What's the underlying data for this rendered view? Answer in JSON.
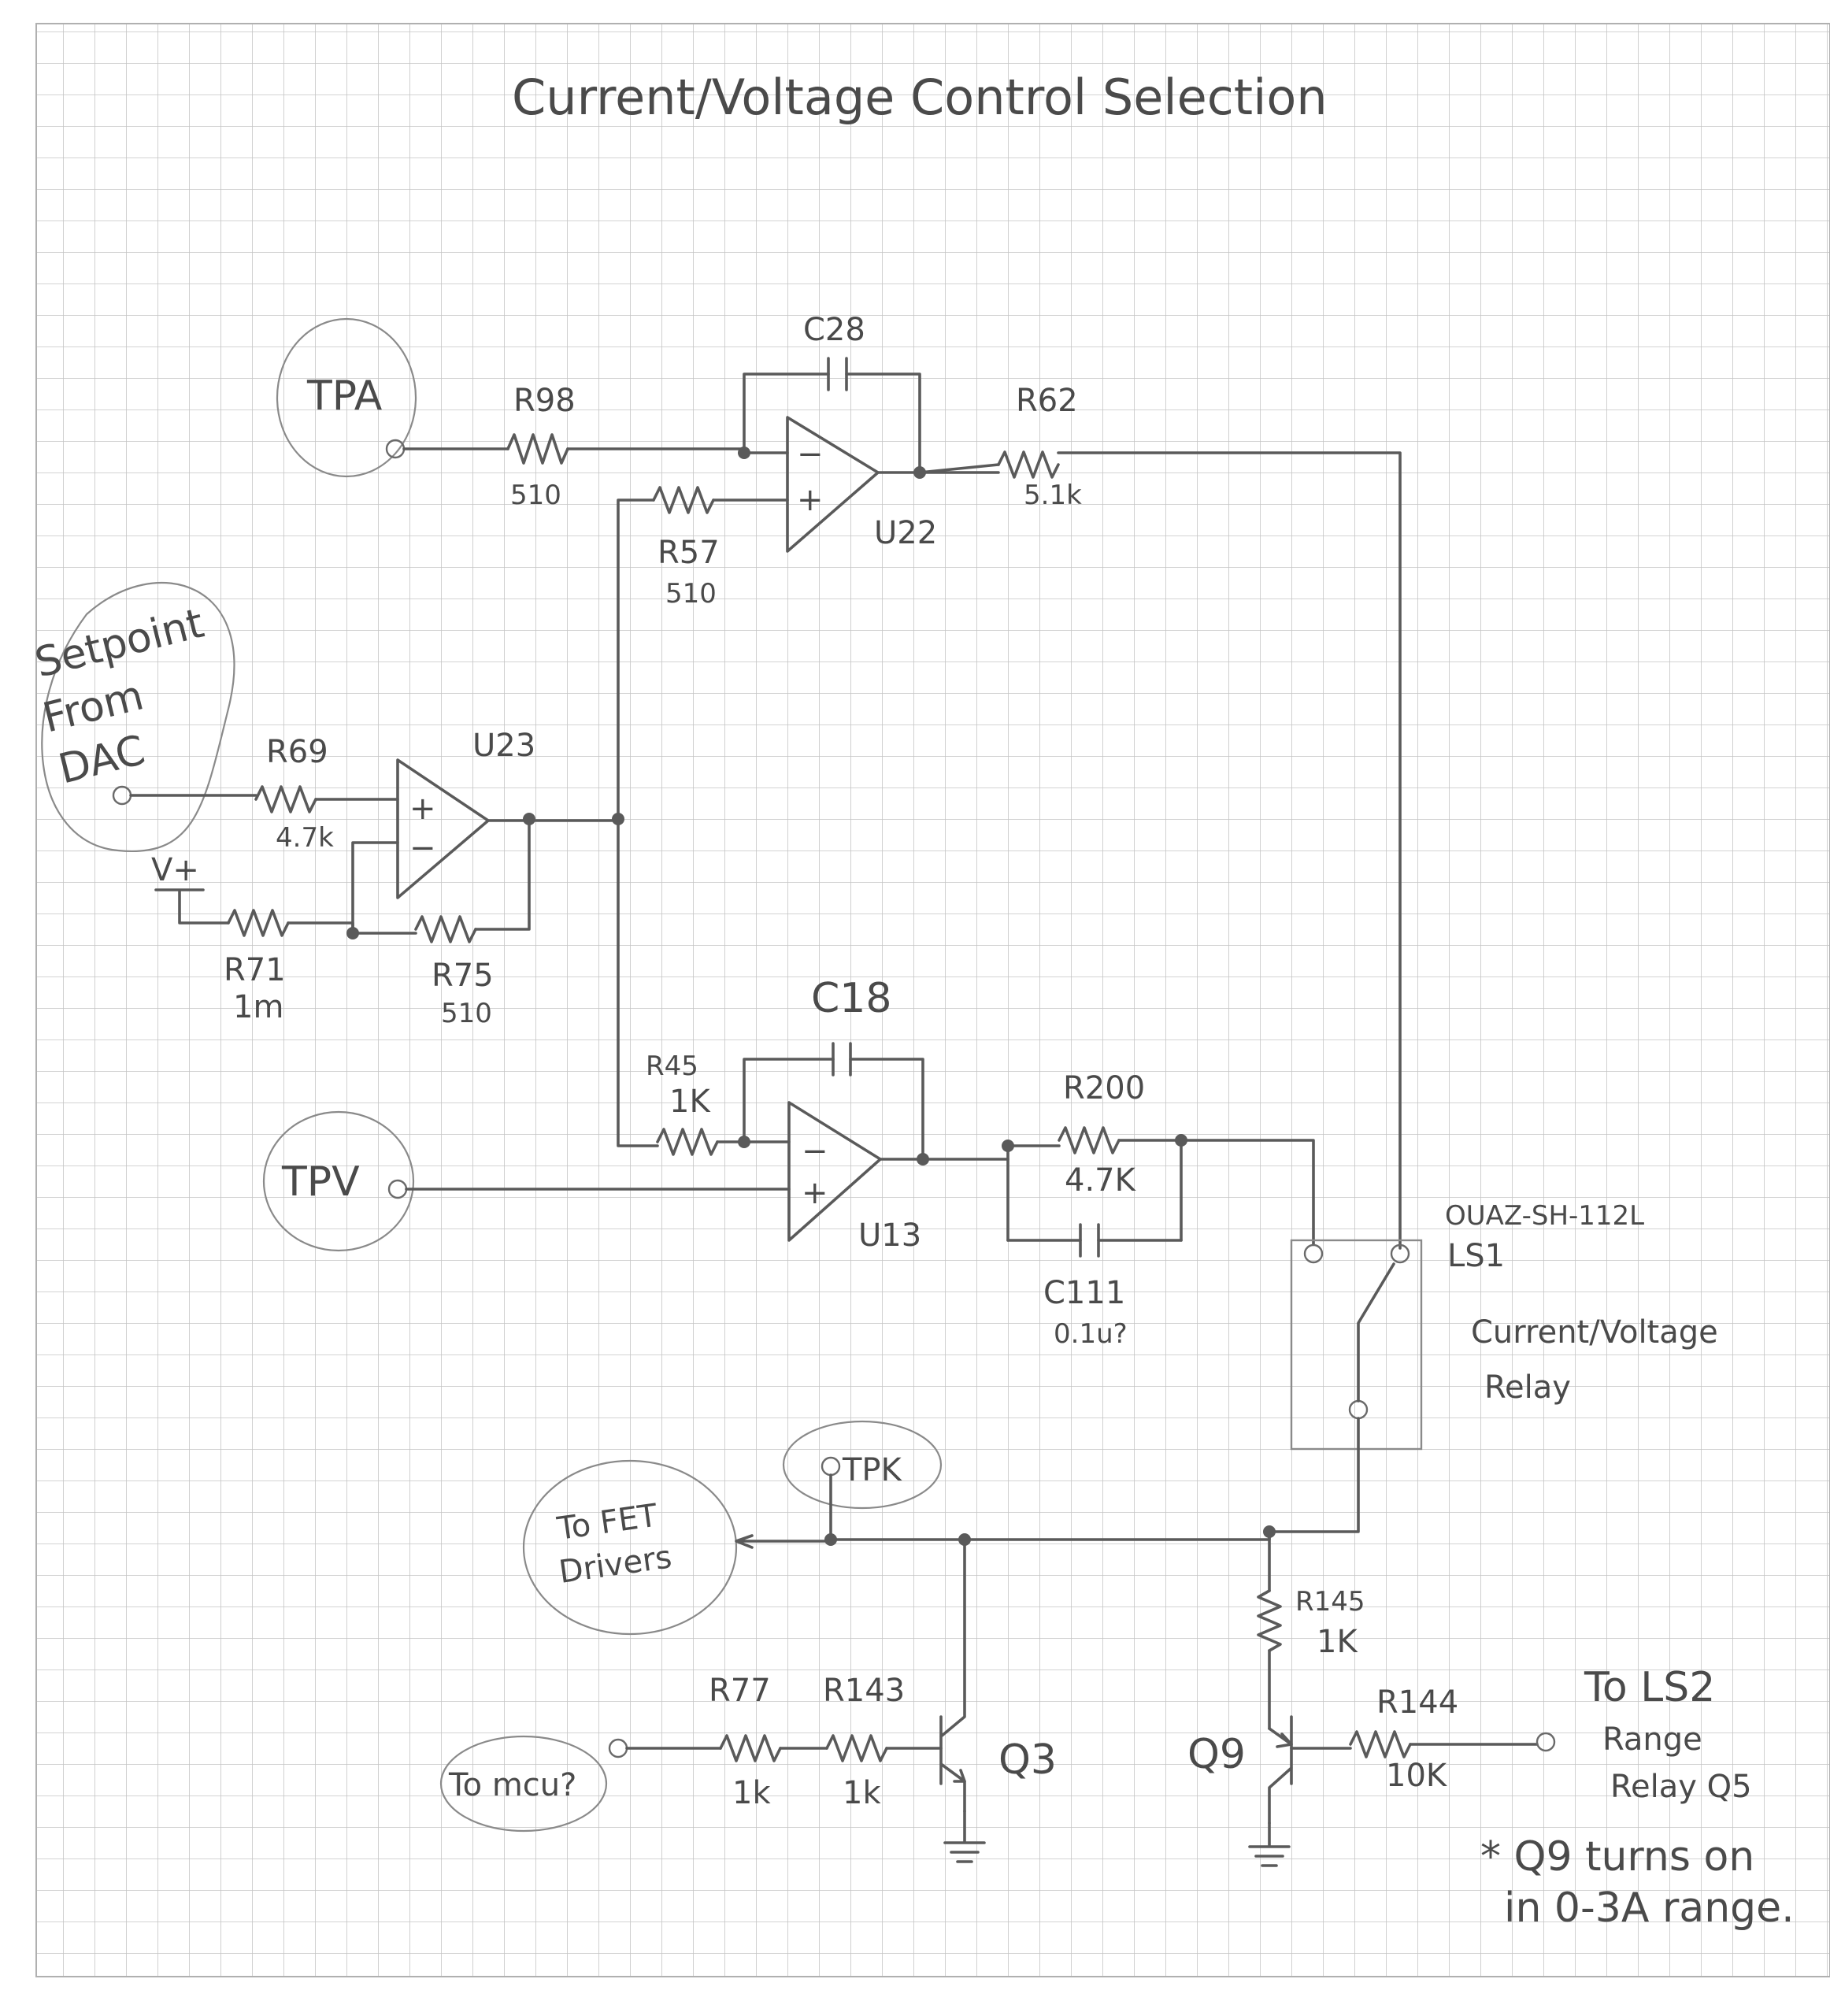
{
  "title": "Current/Voltage Control Selection",
  "test_points": {
    "tpa": "TPA",
    "tpv": "TPV",
    "tpk": "TPK"
  },
  "inputs": {
    "setpoint_line1": "Setpoint",
    "setpoint_line2": "From",
    "setpoint_line3": "DAC",
    "vplus": "V+",
    "to_mcu": "To mcu?"
  },
  "outputs": {
    "to_fet_line1": "To FET",
    "to_fet_line2": "Drivers",
    "to_ls2_line1": "To LS2",
    "to_ls2_line2": "Range",
    "to_ls2_line3": "Relay Q5"
  },
  "components": {
    "r98": {
      "ref": "R98",
      "value": "510"
    },
    "r57": {
      "ref": "R57",
      "value": "510"
    },
    "r62": {
      "ref": "R62",
      "value": "5.1k"
    },
    "c28": {
      "ref": "C28"
    },
    "u22": {
      "ref": "U22"
    },
    "r69": {
      "ref": "R69",
      "value": "4.7k"
    },
    "r71": {
      "ref": "R71",
      "value": "1m"
    },
    "r75": {
      "ref": "R75",
      "value": "510"
    },
    "u23": {
      "ref": "U23"
    },
    "r45": {
      "ref": "R45",
      "value": "1K"
    },
    "c18": {
      "ref": "C18"
    },
    "u13": {
      "ref": "U13"
    },
    "r200": {
      "ref": "R200",
      "value": "4.7K"
    },
    "c111": {
      "ref": "C111",
      "value": "0.1u?"
    },
    "ls1": {
      "part": "OUAZ-SH-112L",
      "ref": "LS1",
      "desc_line1": "Current/Voltage",
      "desc_line2": "Relay"
    },
    "r77": {
      "ref": "R77",
      "value": "1k"
    },
    "r143": {
      "ref": "R143",
      "value": "1k"
    },
    "q3": {
      "ref": "Q3"
    },
    "r145": {
      "ref": "R145",
      "value": "1K"
    },
    "r144": {
      "ref": "R144",
      "value": "10K"
    },
    "q9": {
      "ref": "Q9"
    }
  },
  "opamp_pins": {
    "plus": "+",
    "minus": "−"
  },
  "note_line1": "* Q9 turns on",
  "note_line2": "in 0-3A range."
}
